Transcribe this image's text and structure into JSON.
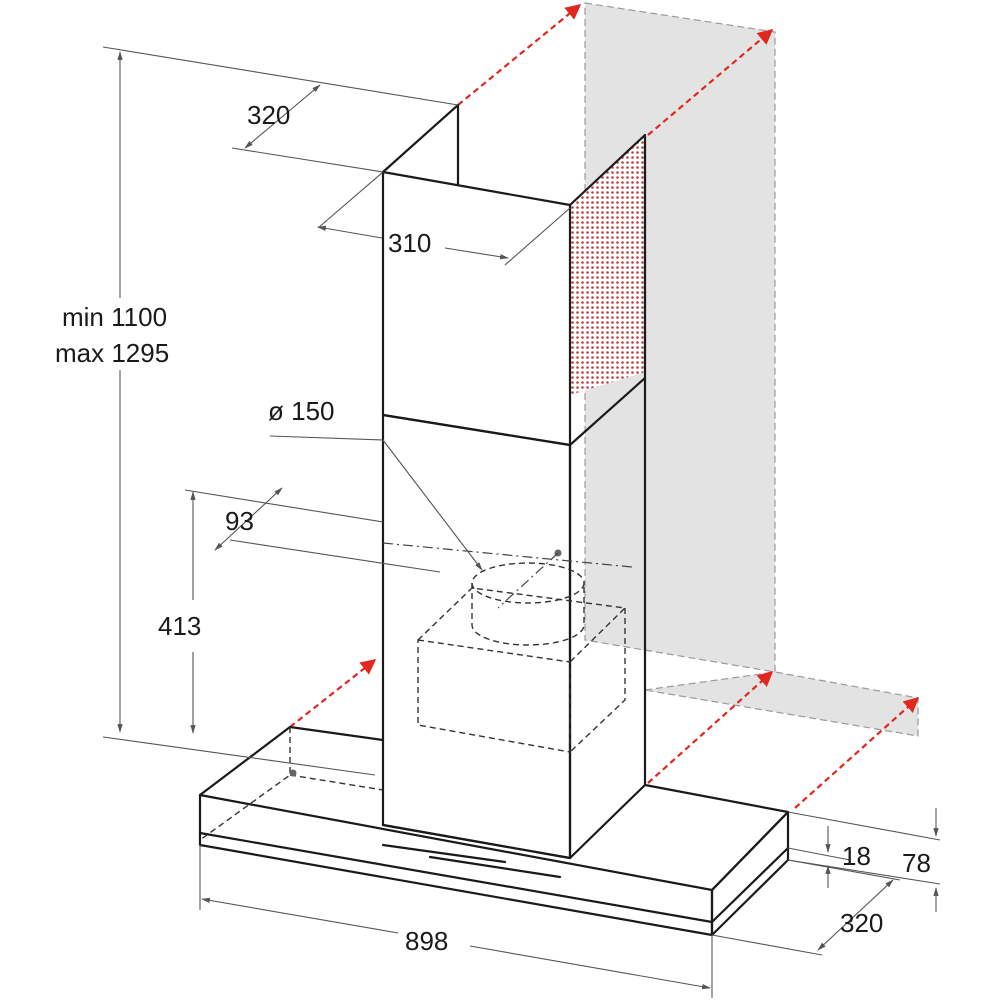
{
  "dimensions": {
    "chimney_top_depth": "320",
    "chimney_width": "310",
    "height_line1": "min 1100",
    "height_line2": "max 1295",
    "outlet_diameter": "ø 150",
    "outlet_offset": "93",
    "outlet_height": "413",
    "canopy_width": "898",
    "canopy_depth": "320",
    "canopy_thickness_front": "18",
    "canopy_thickness_total": "78"
  },
  "colors": {
    "line": "#1a1a1a",
    "dimension_line": "#555555",
    "wall_fill": "#e3e3e3",
    "wall_edge": "#9a9a9a",
    "wall_arrow": "#e0281f"
  }
}
